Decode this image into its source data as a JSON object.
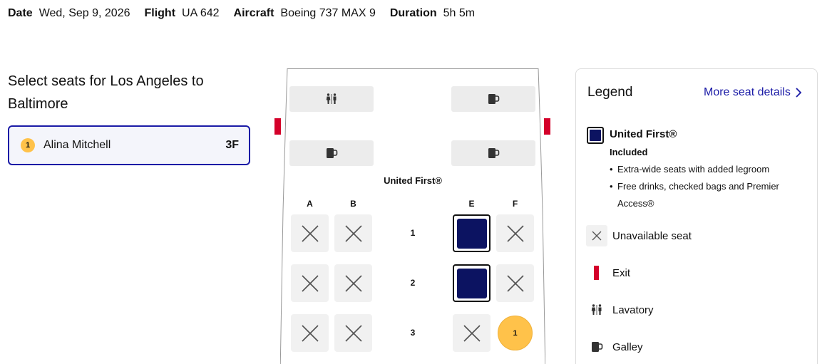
{
  "flight_info": {
    "date_label": "Date",
    "date_value": "Wed, Sep 9, 2026",
    "flight_label": "Flight",
    "flight_value": "UA 642",
    "aircraft_label": "Aircraft",
    "aircraft_value": "Boeing 737 MAX 9",
    "duration_label": "Duration",
    "duration_value": "5h 5m"
  },
  "selection": {
    "title": "Select seats for Los Angeles to Baltimore",
    "traveler": {
      "number": "1",
      "name": "Alina Mitchell",
      "seat": "3F"
    }
  },
  "seat_map": {
    "cabin_name": "United First®",
    "columns": [
      "A",
      "B",
      "E",
      "F"
    ],
    "rows": [
      {
        "number": "1",
        "seats": {
          "A": "unavailable",
          "B": "unavailable",
          "E": "available",
          "F": "unavailable"
        }
      },
      {
        "number": "2",
        "seats": {
          "A": "unavailable",
          "B": "unavailable",
          "E": "available",
          "F": "unavailable"
        }
      },
      {
        "number": "3",
        "seats": {
          "A": "unavailable",
          "B": "unavailable",
          "E": "unavailable",
          "F": "selected"
        }
      }
    ],
    "selected_seat_badge": "1",
    "facilities": [
      "lavatory-icon",
      "galley-icon",
      "galley-icon",
      "galley-icon"
    ]
  },
  "legend": {
    "title": "Legend",
    "more_link": "More seat details",
    "united_first": {
      "name": "United First®",
      "included_label": "Included",
      "bullets": [
        "Extra-wide seats with added legroom",
        "Free drinks, checked bags and Premier Access®"
      ]
    },
    "unavailable_label": "Unavailable seat",
    "exit_label": "Exit",
    "lavatory_label": "Lavatory",
    "galley_label": "Galley"
  },
  "colors": {
    "brand_navy": "#0c1361",
    "link_blue": "#1a1aa6",
    "exit_red": "#d4002a",
    "selected_gold": "#ffc24a",
    "seat_unavailable_bg": "#f1f1f1"
  }
}
